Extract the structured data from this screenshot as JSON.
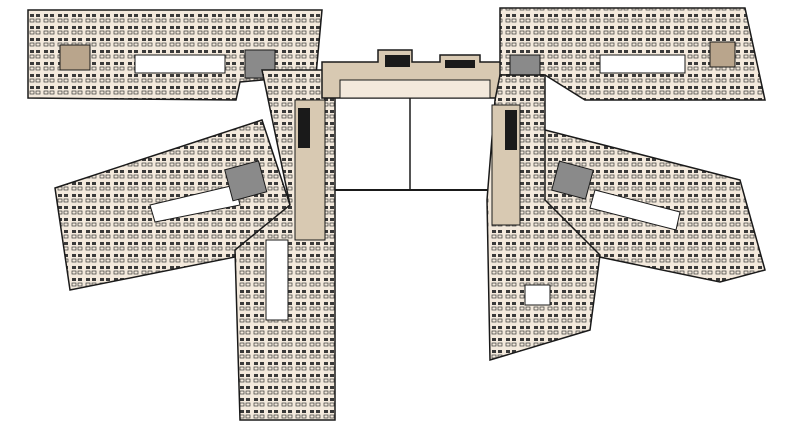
{
  "plan": {
    "colors": {
      "floor": "#f3e9dc",
      "corridor": "#d8c9b2",
      "wall": "#1a1a1a",
      "furniture": "#3a3a3a",
      "core": "#8a8a8a",
      "background": "#ffffff"
    },
    "wings": [
      "north-west",
      "west",
      "south-west",
      "central-connector",
      "north-east",
      "east",
      "south-east"
    ]
  }
}
